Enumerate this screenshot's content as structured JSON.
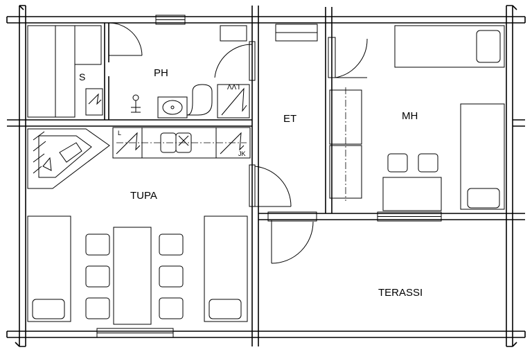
{
  "rooms": {
    "sauna": "S",
    "bathroom": "PH",
    "hall": "ET",
    "bedroom": "MH",
    "living": "TUPA",
    "terrace": "TERASSI"
  },
  "fixtures": {
    "washing_machine": "LVV",
    "fridge": "L",
    "freezer": "JK"
  }
}
